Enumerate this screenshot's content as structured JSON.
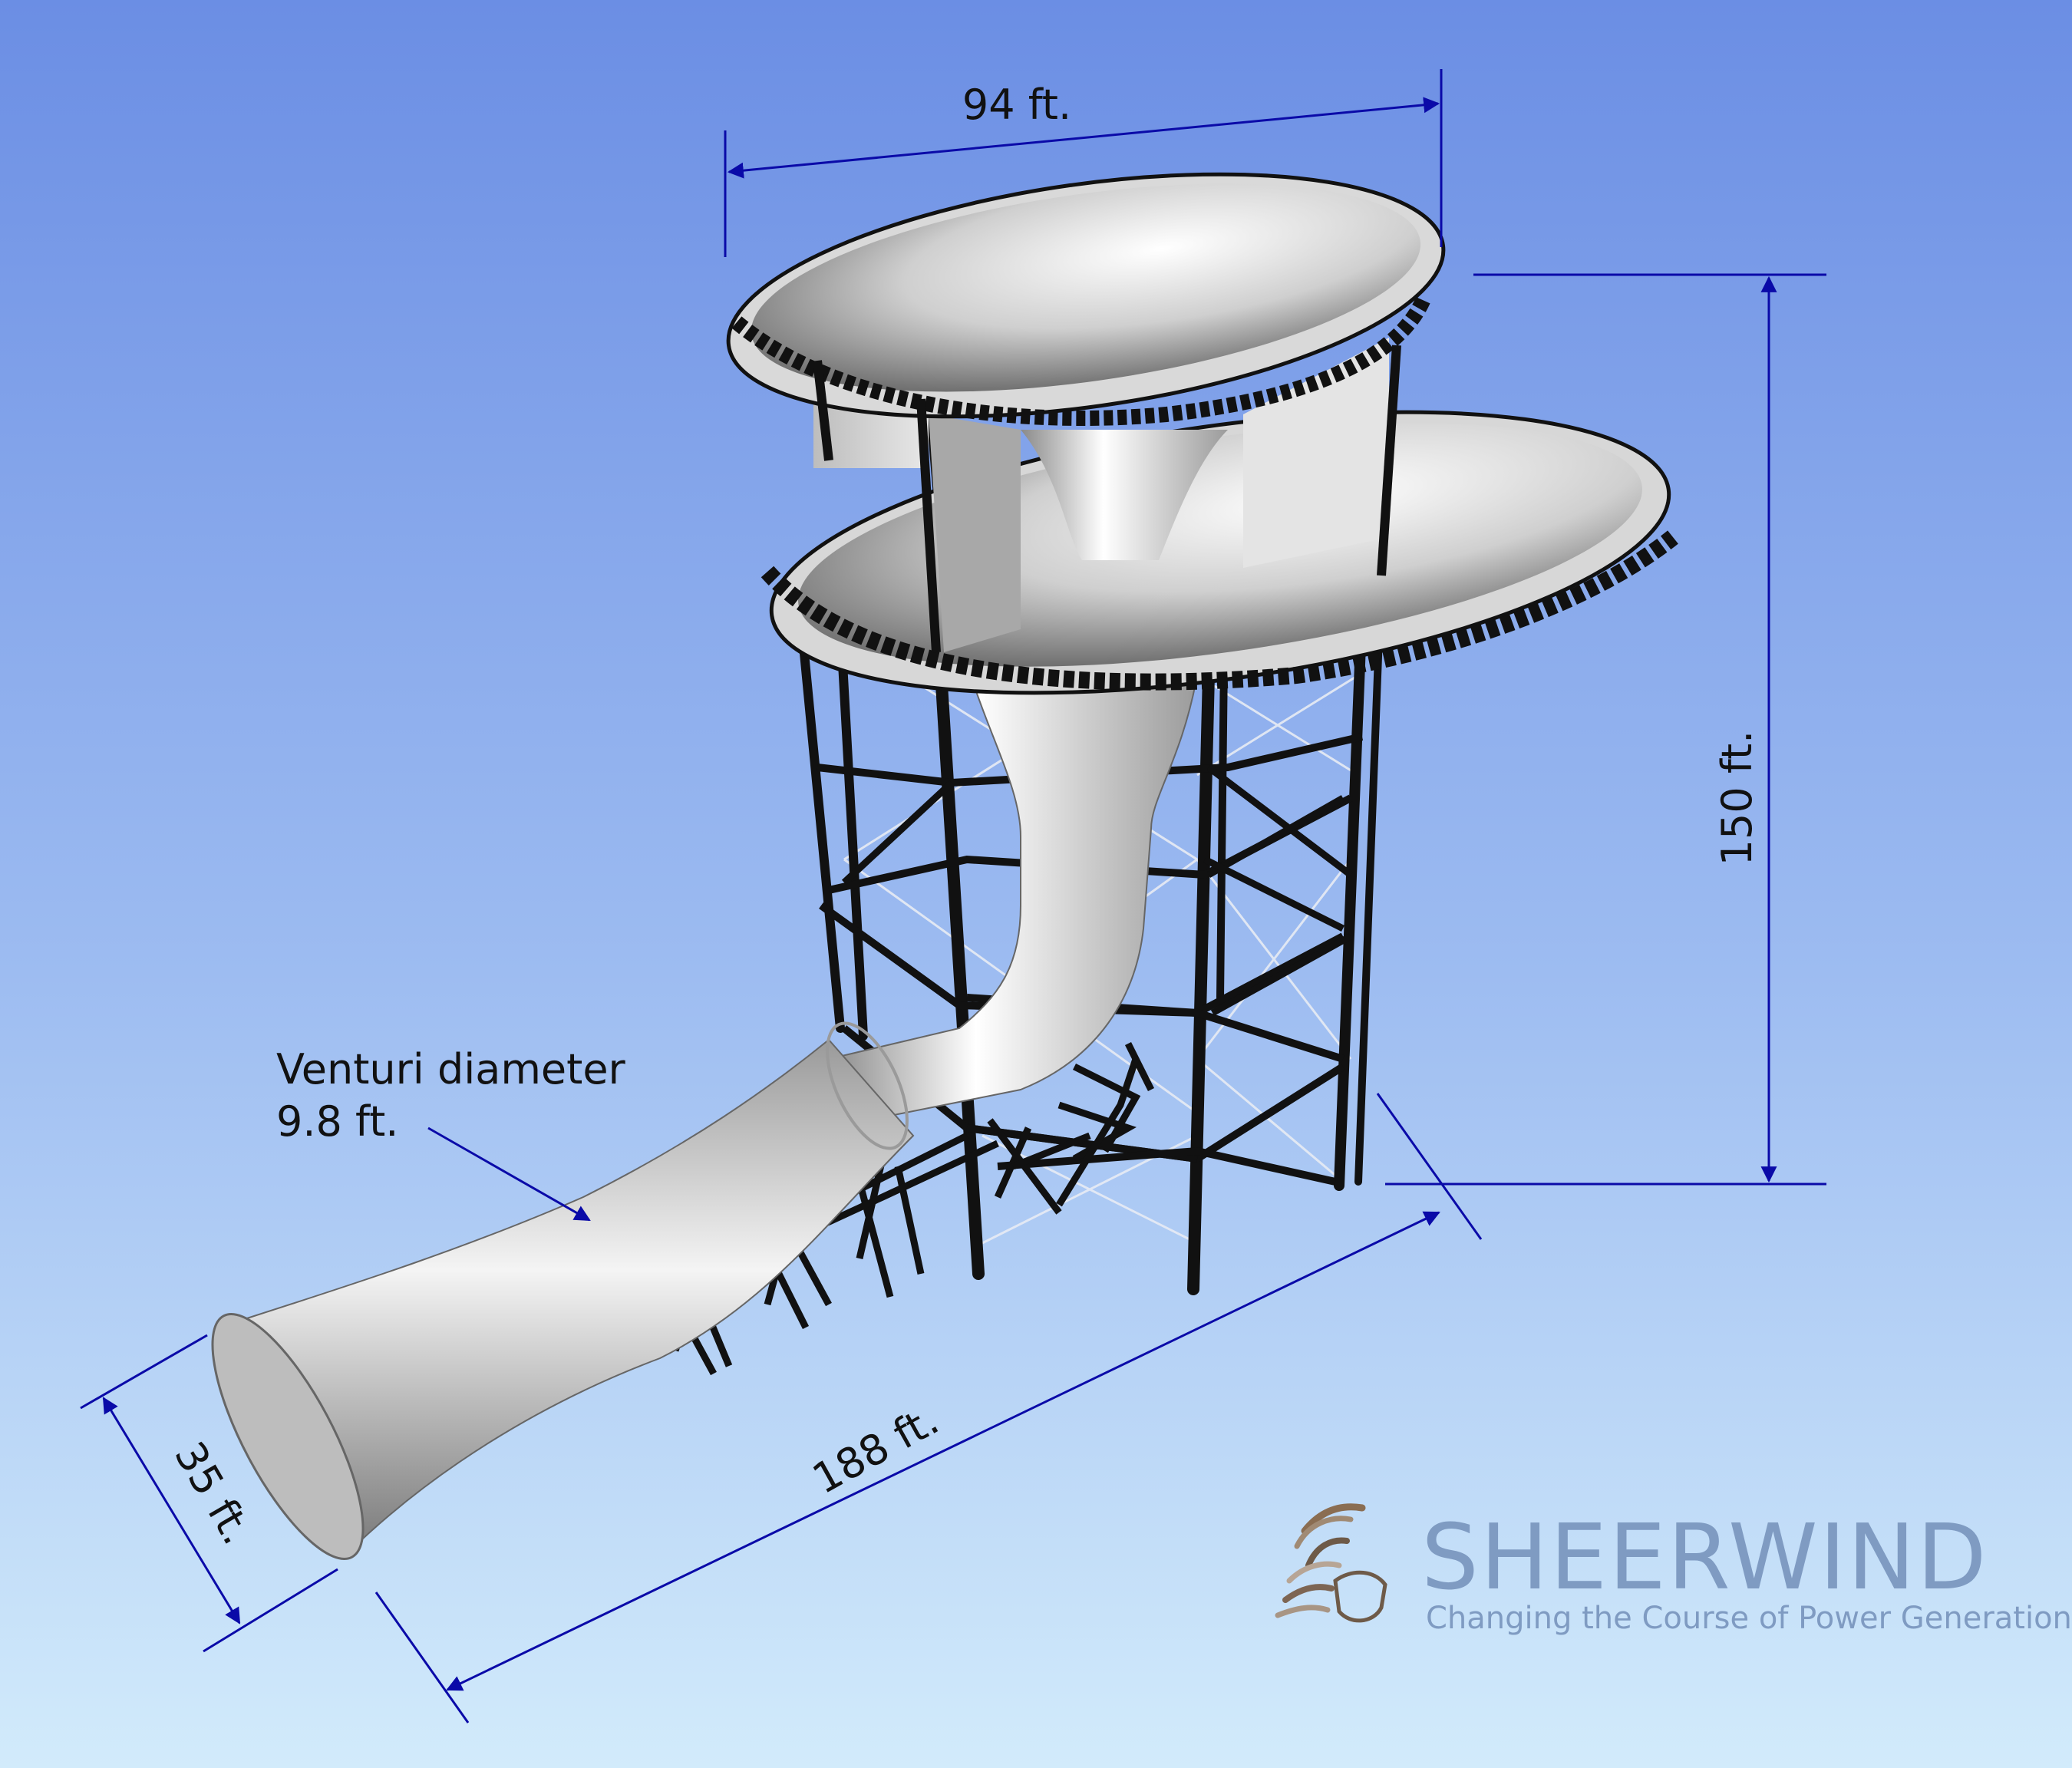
{
  "dimensions": {
    "top_diameter": "94 ft.",
    "height": "150 ft.",
    "length": "188 ft.",
    "inlet_diameter": "35 ft.",
    "venturi_label_line1": "Venturi diameter",
    "venturi_label_line2": "9.8 ft."
  },
  "brand": {
    "name": "SHEERWIND",
    "tagline": "Changing the Course of Power Generation"
  },
  "colors": {
    "background_top": "#6b8ee4",
    "background_bottom": "#d2ebfb",
    "dimension_lines": "#0a0aa8",
    "structure": "#111111",
    "surface": "#e0e0e0",
    "brand": "#7f9bc2"
  }
}
